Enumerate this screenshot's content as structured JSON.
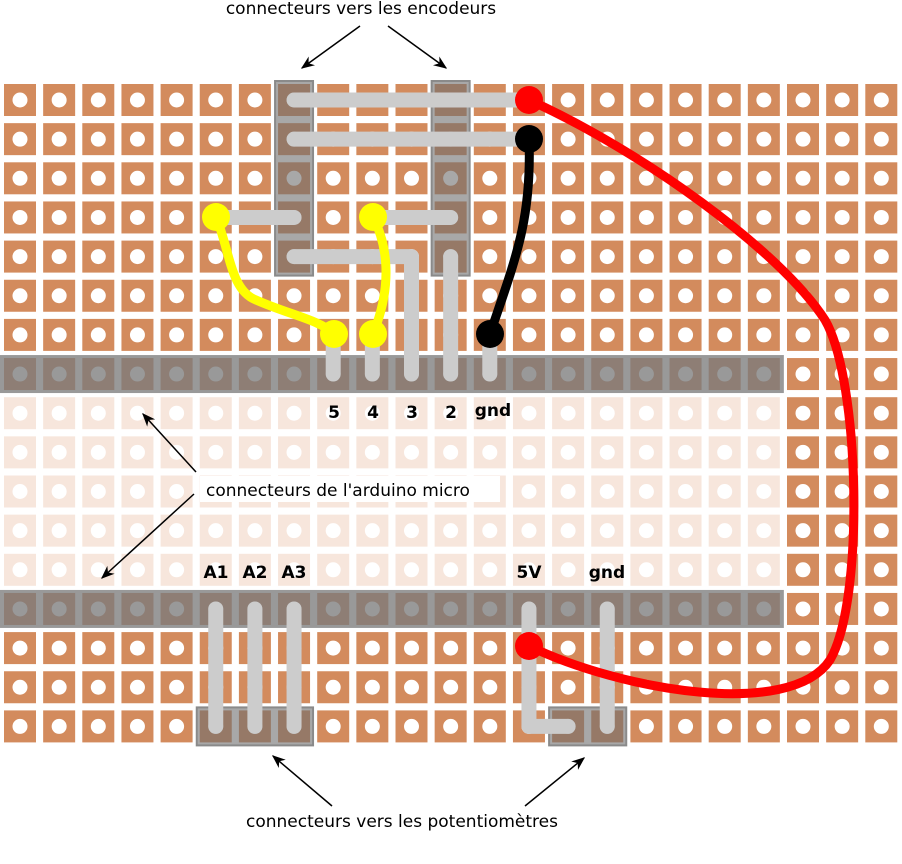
{
  "annotations": {
    "encoders": "connecteurs vers les encodeurs",
    "arduino": "connecteurs de l'arduino micro",
    "potentiometers": "connecteurs vers les potentiomètres"
  },
  "pin_labels_top": [
    "5",
    "4",
    "3",
    "2",
    "gnd"
  ],
  "pin_labels_bottom": [
    "A1",
    "A2",
    "A3",
    "5V",
    "gnd"
  ],
  "colors": {
    "pad": "#d38b5d",
    "pad_light": "#f7e6dc",
    "strip": "#999999",
    "strip_pad": "#8e7e75",
    "jumper": "#cccccc",
    "wire_red": "#ff0000",
    "wire_black": "#000000",
    "wire_yellow": "#ffff00"
  }
}
